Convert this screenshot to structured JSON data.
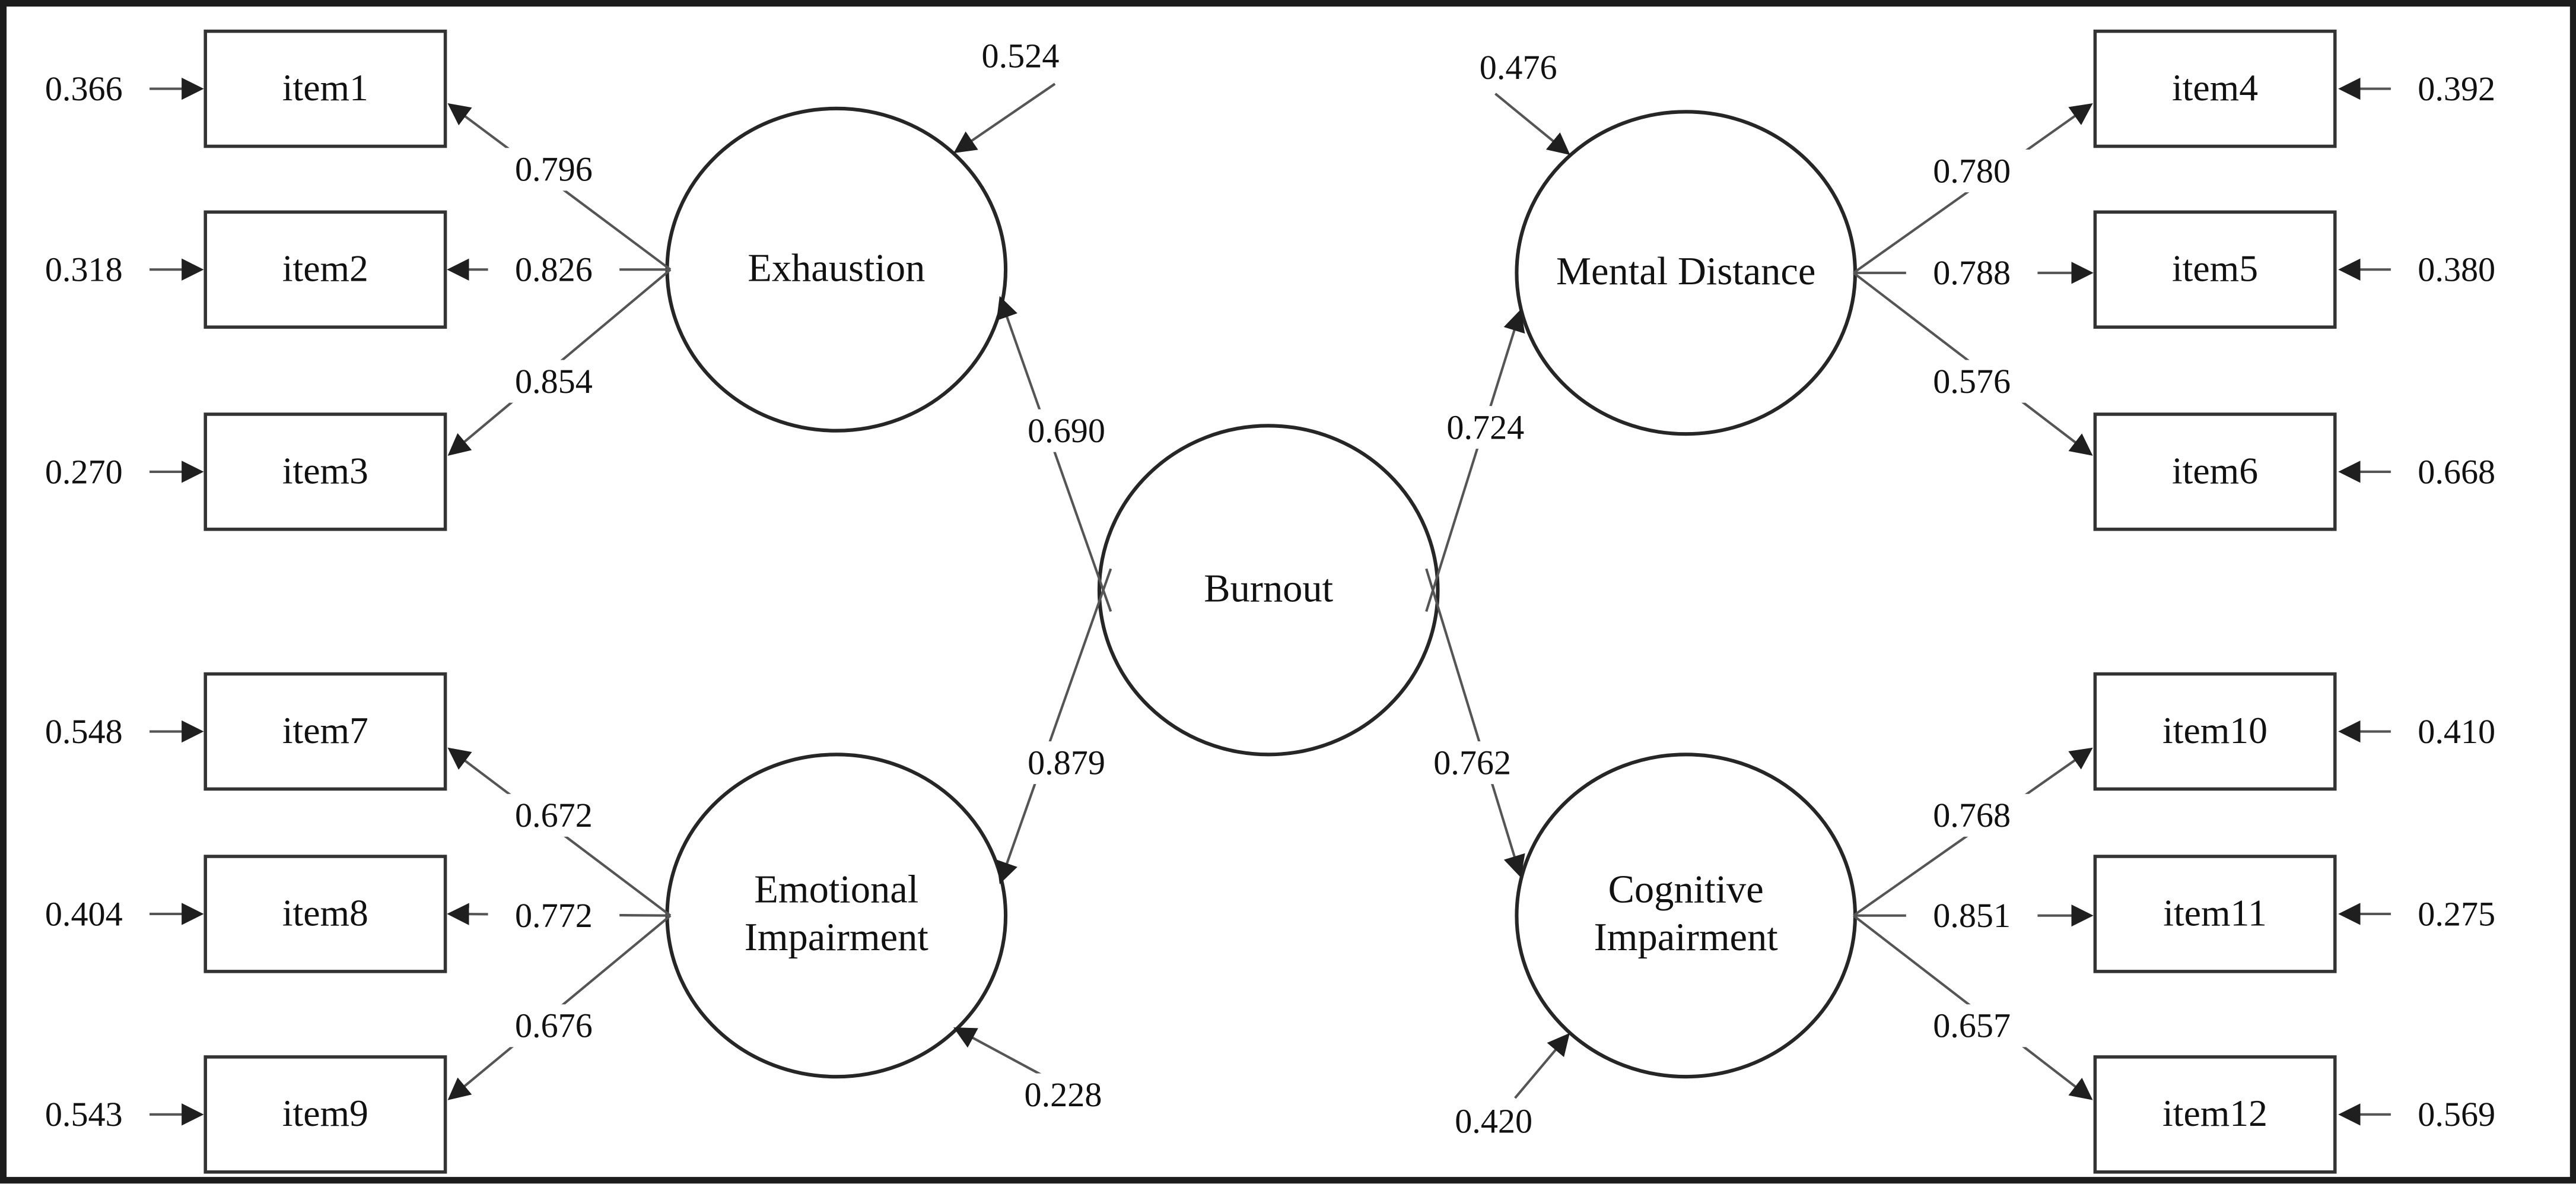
{
  "model": {
    "central": {
      "label": "Burnout"
    },
    "factors": [
      {
        "label": "Exhaustion",
        "loading_from_burnout": "0.690",
        "residual": "0.524",
        "indicators": [
          {
            "label": "item1",
            "loading": "0.796",
            "error": "0.366"
          },
          {
            "label": "item2",
            "loading": "0.826",
            "error": "0.318"
          },
          {
            "label": "item3",
            "loading": "0.854",
            "error": "0.270"
          }
        ]
      },
      {
        "label": "Mental Distance",
        "loading_from_burnout": "0.724",
        "residual": "0.476",
        "indicators": [
          {
            "label": "item4",
            "loading": "0.780",
            "error": "0.392"
          },
          {
            "label": "item5",
            "loading": "0.788",
            "error": "0.380"
          },
          {
            "label": "item6",
            "loading": "0.576",
            "error": "0.668"
          }
        ]
      },
      {
        "label": "Emotional Impairment",
        "loading_from_burnout": "0.879",
        "residual": "0.228",
        "indicators": [
          {
            "label": "item7",
            "loading": "0.672",
            "error": "0.548"
          },
          {
            "label": "item8",
            "loading": "0.772",
            "error": "0.404"
          },
          {
            "label": "item9",
            "loading": "0.676",
            "error": "0.543"
          }
        ]
      },
      {
        "label": "Cognitive Impairment",
        "loading_from_burnout": "0.762",
        "residual": "0.420",
        "indicators": [
          {
            "label": "item10",
            "loading": "0.768",
            "error": "0.410"
          },
          {
            "label": "item11",
            "loading": "0.851",
            "error": "0.275"
          },
          {
            "label": "item12",
            "loading": "0.657",
            "error": "0.569"
          }
        ]
      }
    ]
  }
}
